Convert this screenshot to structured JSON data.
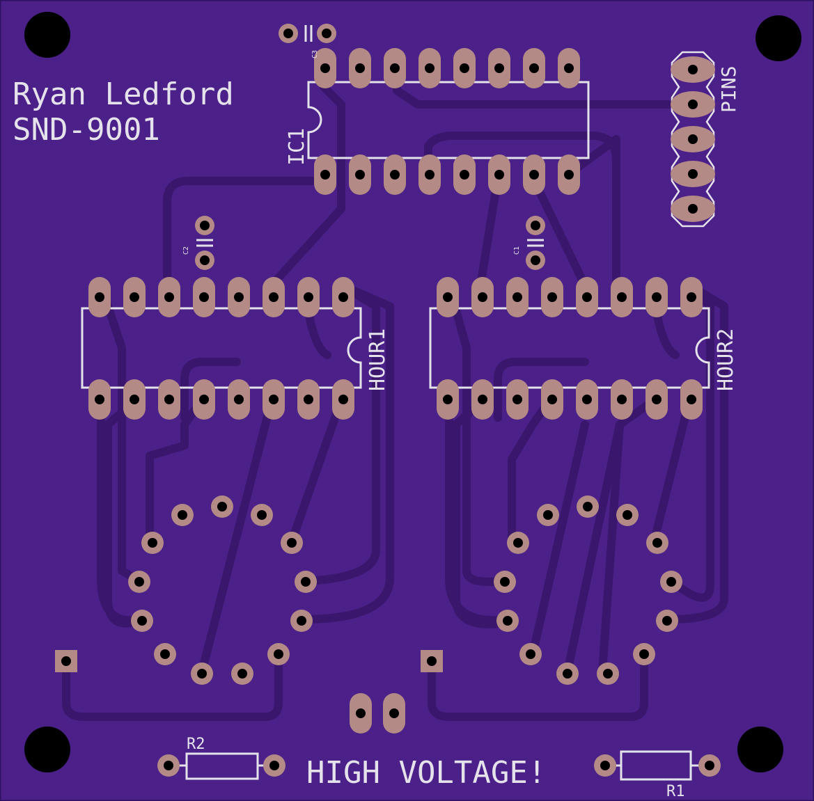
{
  "board": {
    "color": "#4b2189",
    "trace_color": "#3a176d",
    "silk_color": "#e6e2ec",
    "pad_color": "#b48a87"
  },
  "silkscreen": {
    "author": "Ryan Ledford",
    "part_number": "SND-9001",
    "warning": "HIGH VOLTAGE!"
  },
  "components": {
    "ic1": "IC1",
    "hour1": "HOUR1",
    "hour2": "HOUR2",
    "pins": "PINS",
    "c1": "C1",
    "c2": "C2",
    "c3": "C3",
    "r1": "R1",
    "r2": "R2"
  }
}
